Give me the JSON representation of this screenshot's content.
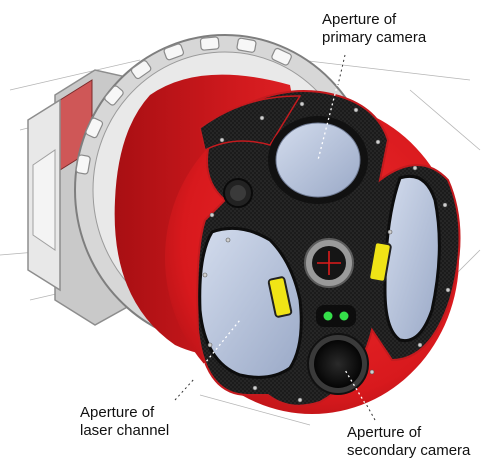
{
  "labels": {
    "primary_camera": [
      "Aperture of",
      "primary camera"
    ],
    "laser_channel": [
      "Aperture of",
      "laser channel"
    ],
    "secondary_camera": [
      "Aperture of",
      "secondary camera"
    ]
  },
  "colors": {
    "housing_red": "#d8191d",
    "housing_dark_red": "#9e0e12",
    "faceplate": "#1c1c1c",
    "rear_ring": "#d4d4d4",
    "lens_glass": "#b9c6de",
    "indicator_yellow": "#f0e416",
    "indicator_green": "#35e04a",
    "crosshair_red": "#e01b1b"
  }
}
